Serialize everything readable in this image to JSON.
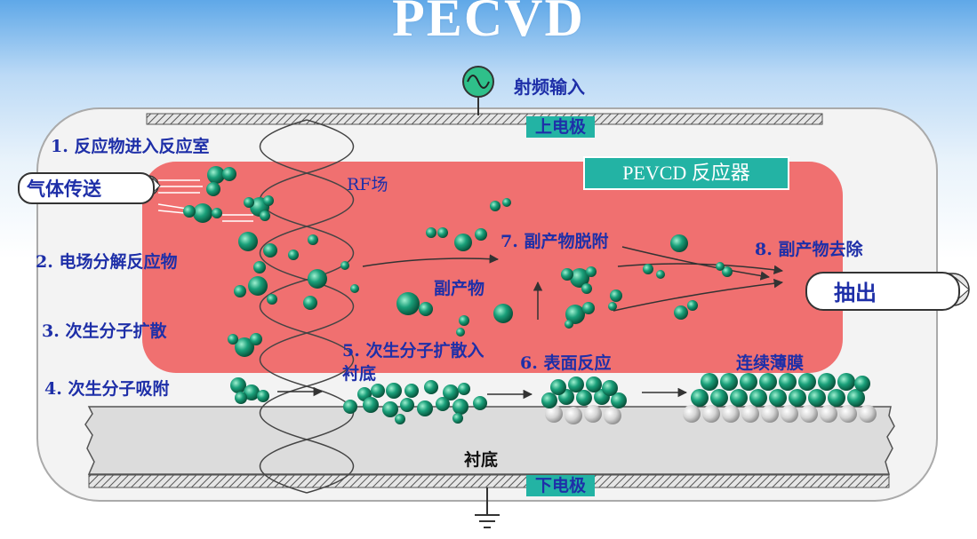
{
  "title": "PECVD",
  "rf_input": "射频输入",
  "electrode_top": "上电极",
  "electrode_bottom": "下电极",
  "reactor": "PEVCD 反应器",
  "rf_field": "RF场",
  "gas_delivery": "气体传送",
  "exhaust": "抽出",
  "byproduct": "副产物",
  "film": "连续薄膜",
  "substrate": "衬底",
  "steps": {
    "s1": "1. 反应物进入反应室",
    "s2": "2. 电场分解反应物",
    "s3": "3. 次生分子扩散",
    "s4": "4. 次生分子吸附",
    "s5": "5. 次生分子扩散入衬底",
    "s6": "6. 表面反应",
    "s7": "7. 副产物脱附",
    "s8": "8. 副产物去除"
  },
  "colors": {
    "plasma": "#f07070",
    "molecule": "#1aa07a",
    "substrate_atom": "#d8d8d8",
    "label": "#1e2fa8",
    "tag": "#23b3a4"
  }
}
